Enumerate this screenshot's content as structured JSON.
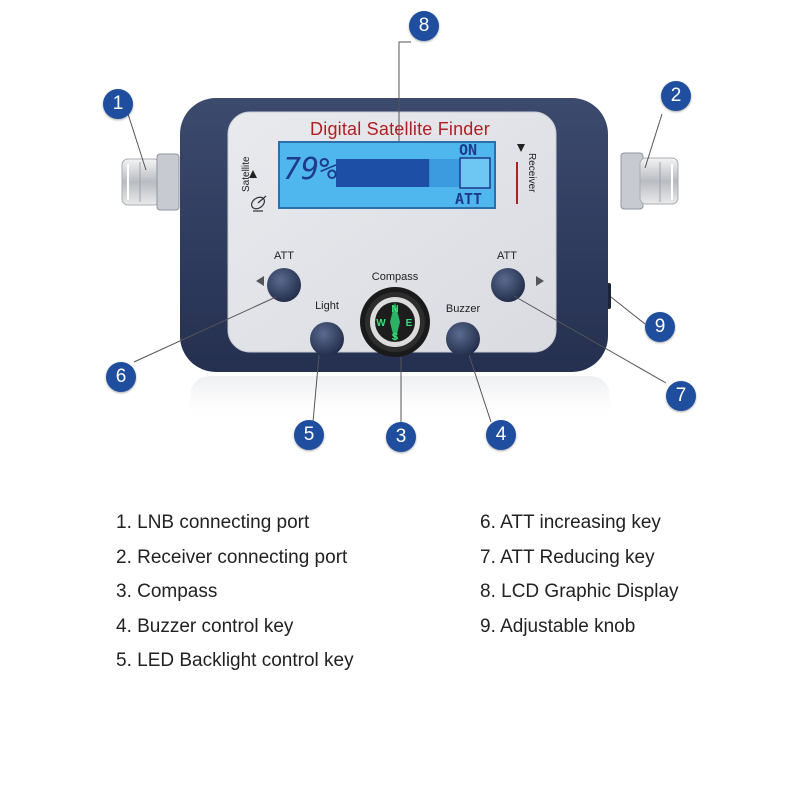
{
  "device": {
    "title": "Digital Satellite Finder",
    "satellite_label": "Satellite",
    "receiver_label": "Receiver",
    "lcd": {
      "percent_text": "79%",
      "signal_level": 0.79,
      "on_text": "ON",
      "att_text": "ATT"
    },
    "keys": {
      "att_left": "ATT",
      "att_right": "ATT",
      "compass": "Compass",
      "light": "Light",
      "buzzer": "Buzzer"
    },
    "compass_letters": [
      "N",
      "E",
      "S",
      "W"
    ]
  },
  "callouts": [
    "1",
    "2",
    "3",
    "4",
    "5",
    "6",
    "7",
    "8",
    "9"
  ],
  "legend": {
    "left": [
      "1. LNB connecting port",
      "2. Receiver connecting port",
      "3. Compass",
      "4. Buzzer control key",
      "5. LED Backlight control key"
    ],
    "right": [
      "6. ATT increasing key",
      "7. ATT Reducing key",
      "8. LCD Graphic Display",
      "9. Adjustable knob"
    ]
  },
  "colors": {
    "callout": "#1f4e9e",
    "body": "#2e3b5c",
    "lcd": "#4fb6ee",
    "title": "#b01e24"
  }
}
